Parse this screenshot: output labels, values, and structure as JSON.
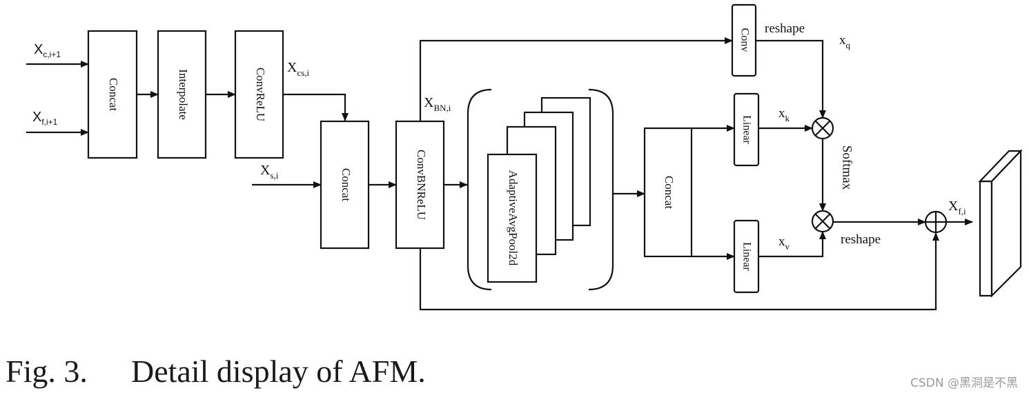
{
  "diagram": {
    "inputs": {
      "xc": {
        "base": "X",
        "sub": "c,i+1"
      },
      "xf": {
        "base": "X",
        "sub": "f,i+1"
      },
      "xs": {
        "base": "X",
        "sub": "s,i"
      }
    },
    "blocks": {
      "concat1": "Concat",
      "interpolate": "Interpolate",
      "convrelu": "ConvReLU",
      "concat2": "Concat",
      "convbnrelu": "ConvBNReLU",
      "adaptive_pool": "AdaptiveAvgPool2d",
      "concat3": "Concat",
      "conv": "Conv",
      "linear_k": "Linear",
      "linear_v": "Linear"
    },
    "labels": {
      "xcs": {
        "base": "X",
        "sub": "cs,i"
      },
      "xbn": {
        "base": "X",
        "sub": "BN,i"
      },
      "xq": {
        "base": "x",
        "sub": "q"
      },
      "xk": {
        "base": "x",
        "sub": "k"
      },
      "xv": {
        "base": "x",
        "sub": "v"
      },
      "xout": {
        "base": "X",
        "sub": "f,i"
      },
      "reshape_top": "reshape",
      "reshape_bottom": "reshape",
      "softmax": "Softmax"
    }
  },
  "caption": {
    "fig_label": "Fig. 3.",
    "text": "Detail display of AFM."
  },
  "watermark": "CSDN @黑洞是不黑"
}
